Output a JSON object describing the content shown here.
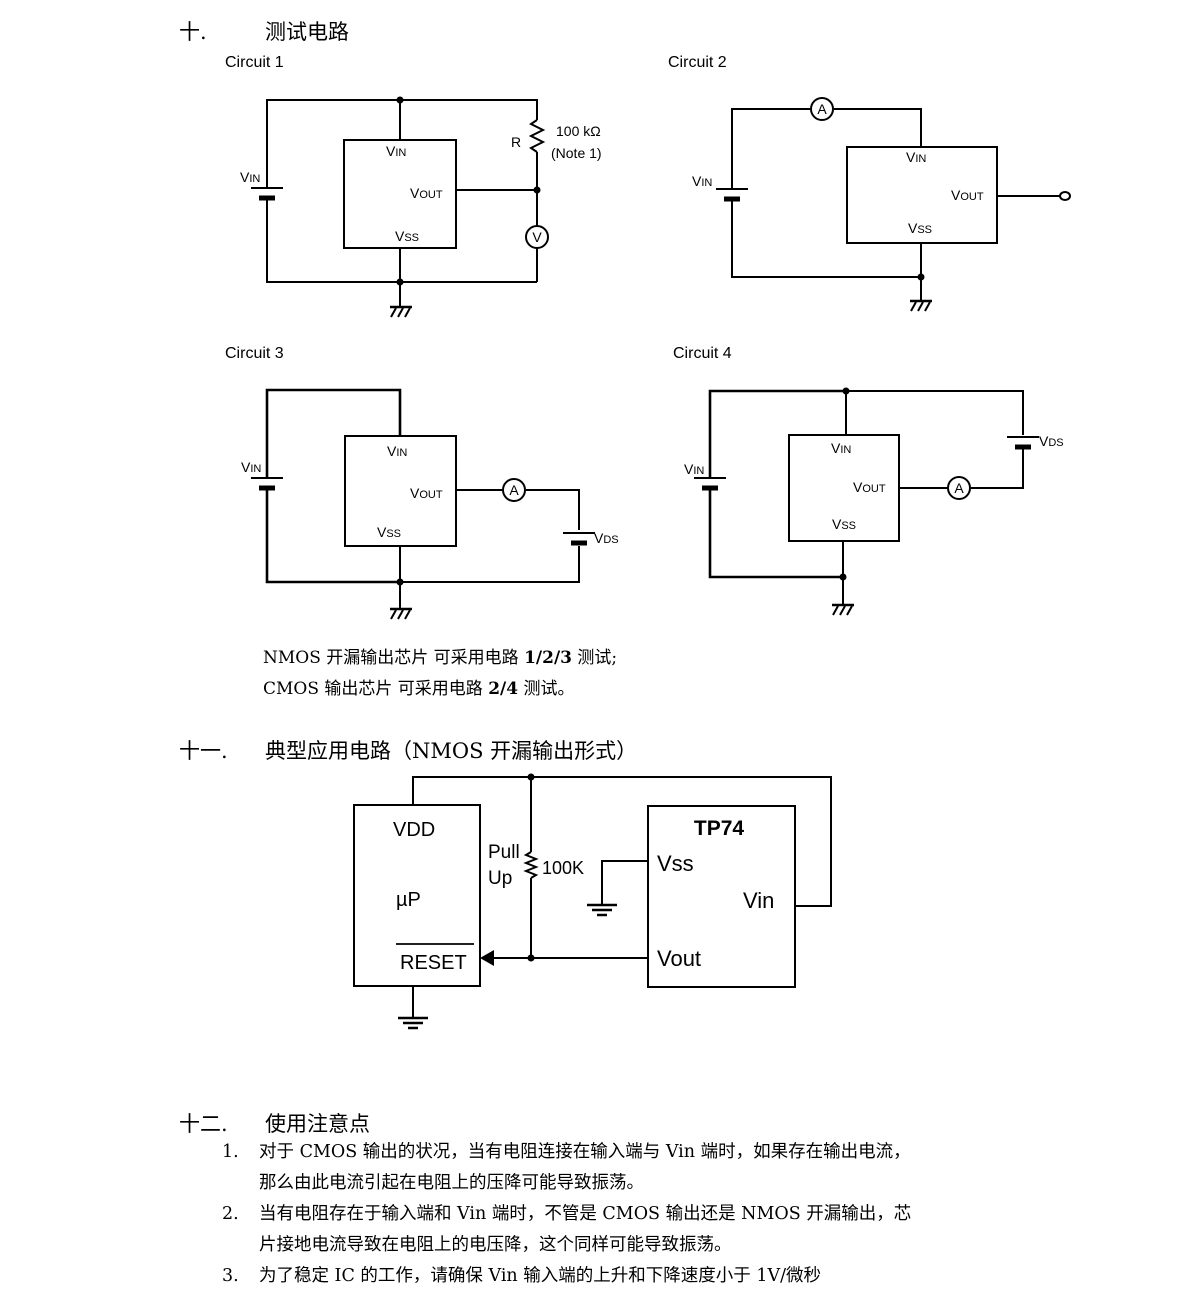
{
  "section10": {
    "num": "十.",
    "title": "测试电路"
  },
  "circuits": {
    "c1": {
      "title": "Circuit 1",
      "r_label": "R",
      "r_value": "100 kΩ",
      "r_note": "(Note 1)"
    },
    "c2": {
      "title": "Circuit 2"
    },
    "c3": {
      "title": "Circuit 3"
    },
    "c4": {
      "title": "Circuit 4"
    },
    "pin": {
      "v": "V",
      "in": "IN",
      "out": "OUT",
      "ss": "SS",
      "ds": "DS"
    },
    "meters": {
      "ammeter": "A",
      "voltmeter": "V"
    },
    "icons": [
      "battery-icon",
      "resistor-icon",
      "ground-icon",
      "ammeter-icon",
      "voltmeter-icon"
    ]
  },
  "notes": {
    "line1": {
      "pre": "NMOS 开漏输出芯片  可采用电路 ",
      "bold": "1/2/3",
      "post": " 测试;"
    },
    "line2": {
      "pre": "CMOS 输出芯片  可采用电路 ",
      "bold": "2/4",
      "post": " 测试。"
    }
  },
  "section11": {
    "num": "十一.",
    "title": "典型应用电路（NMOS 开漏输出形式）"
  },
  "app": {
    "up_vdd": "VDD",
    "up_name": "µP",
    "up_reset": "RESET",
    "pull": "Pull",
    "up": "Up",
    "res": "100K",
    "chip": "TP74",
    "vss": "Vss",
    "vin": "Vin",
    "vout": "Vout"
  },
  "section12": {
    "num": "十二.",
    "title": "使用注意点",
    "items": [
      {
        "num": "1.",
        "lines": [
          "对于 CMOS 输出的状况，当有电阻连接在输入端与 Vin 端时，如果存在输出电流，",
          "那么由此电流引起在电阻上的压降可能导致振荡。"
        ]
      },
      {
        "num": "2.",
        "lines": [
          "当有电阻存在于输入端和 Vin 端时，不管是 CMOS 输出还是 NMOS 开漏输出，芯",
          "片接地电流导致在电阻上的电压降，这个同样可能导致振荡。"
        ]
      },
      {
        "num": "3.",
        "lines": [
          "为了稳定 IC 的工作，请确保 Vin 输入端的上升和下降速度小于 1V/微秒"
        ]
      }
    ]
  }
}
